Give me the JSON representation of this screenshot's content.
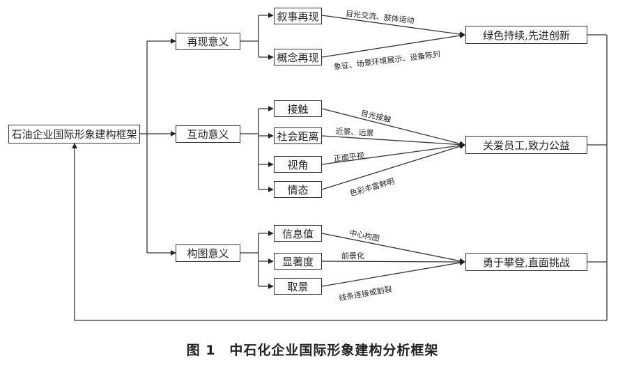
{
  "root": "石油企业国际形象建构框架",
  "meanings": {
    "m1": "再现意义",
    "m2": "互动意义",
    "m3": "构图意义"
  },
  "subs": {
    "s1": "叙事再现",
    "s2": "概念再现",
    "s3": "接触",
    "s4": "社会距离",
    "s5": "视角",
    "s6": "情态",
    "s7": "信息值",
    "s8": "显著度",
    "s9": "取景"
  },
  "outcomes": {
    "o1": "绿色持续,先进创新",
    "o2": "关爱员工,致力公益",
    "o3": "勇于攀登,直面挑战"
  },
  "arrow_labels": {
    "a1": "目光交流、肢体运动",
    "a2": "象征、场景环境展示、设备陈列",
    "a3": "目光接触",
    "a4": "近景、远景",
    "a5": "正面平视",
    "a6": "色彩丰富鲜明",
    "a7": "中心构图",
    "a8": "前景化",
    "a9": "线条连接或割裂"
  },
  "caption": "图 1　中石化企业国际形象建构分析框架"
}
